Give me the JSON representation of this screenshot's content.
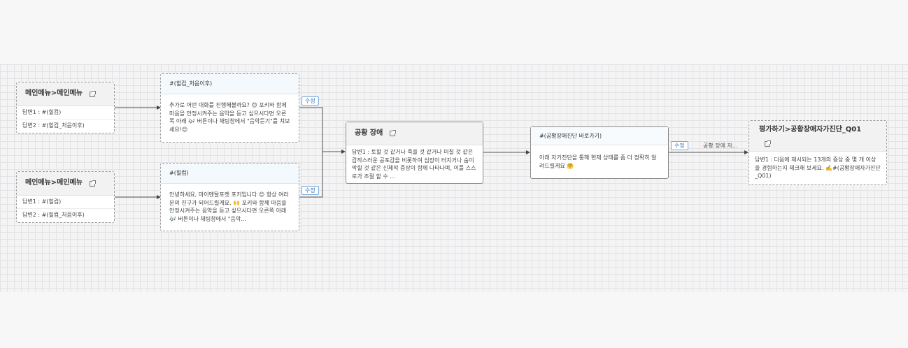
{
  "node_menu1": {
    "title": "메인메뉴>메인메뉴",
    "answer1": "답변1 : #(힐컴)",
    "answer2": "답변2 : #(힐컴_처음이후)"
  },
  "node_menu2": {
    "title": "메인메뉴>메인메뉴",
    "answer1": "답변1 : #(힐컴)",
    "answer2": "답변2 : #(힐컴_처음이후)"
  },
  "node_welcome_after": {
    "header": "#(힐컴_처음이후)",
    "body": "추가로 어떤 대화를 진행해볼까요? 😊 포키와 함께 마음을 안정시켜주는 음악을 듣고 싶으시다면 오른쪽 아래 🎶 버튼이나 채팅창에서 \"음악듣기\"를 쳐보세요!😊"
  },
  "node_welcome": {
    "header": "#(힐컴)",
    "body": "안녕하세요, 마이멘탈포켓 포키입니다 😊 항상 여러분의 친구가 되어드릴게요. 🙌 포키와 함께 마음을 안정시켜주는 음악을 듣고 싶으시다면 오른쪽 아래 🎶 버튼이나 채팅창에서 \"음악..."
  },
  "node_panic": {
    "title": "공황 장애",
    "body": "답변1 : 토할 것 같거나 죽을 것 같거나 미칠 것 같은 갑작스러운 공포감을 비롯하여 심장이 터지거나 숨이 막힐 것 같은 신체적 증상이 함께 나타나며, 이를 스스로가 조절 할 수 ..."
  },
  "node_selfcheck_link": {
    "header": "#(공황장애진단 바로가기)",
    "body": "아래 자가진단을 통해 현재 상태를 좀 더 정확히 알려드릴게요 🤗"
  },
  "node_eval": {
    "title": "평가하기>공황장애자가진단_Q01",
    "body": "답변1 : 다음에 제시되는 13개의 증상 중 몇 개 이상을 경험하는지 체크해 보세요. ✍️#(공황장애자가진단_Q01)"
  },
  "tags": {
    "edit1": "수정",
    "edit2": "수정",
    "edit3": "수정"
  },
  "edge_labels": {
    "to_eval": "공황 장애 자..."
  },
  "colors": {
    "edge": "#555555",
    "tag": "#3b7ac6",
    "hash_header": "#f3f9fc"
  }
}
